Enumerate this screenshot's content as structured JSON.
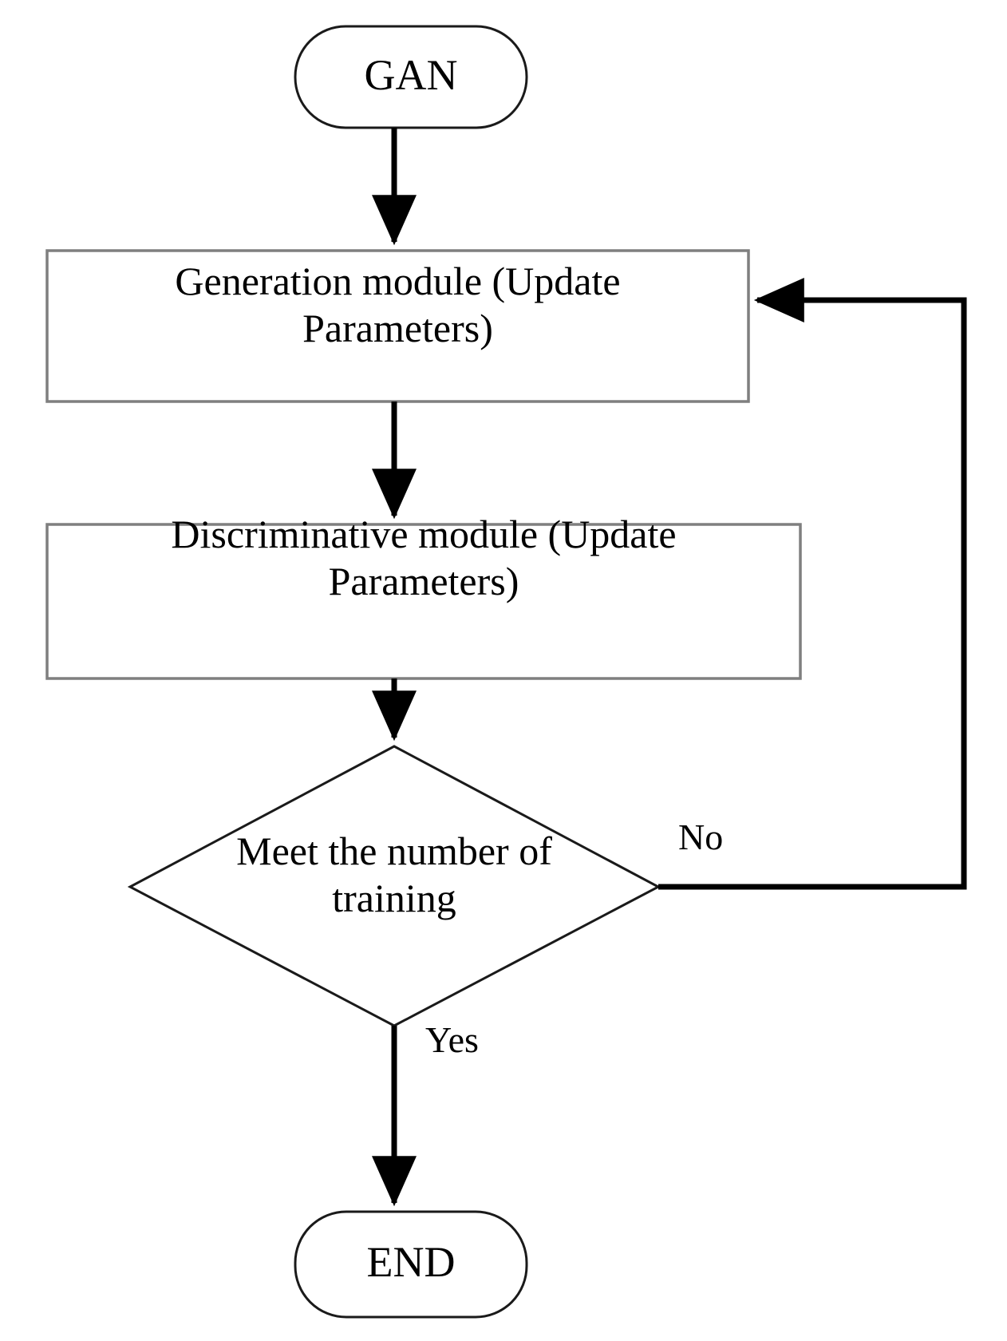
{
  "diagram": {
    "title": "GAN training flowchart",
    "type": "flowchart",
    "background_color": "#ffffff",
    "line_color": "#000000",
    "box_border_color": "#7f7f7f",
    "text_color": "#000000"
  },
  "nodes": {
    "start": {
      "id": "gan",
      "shape": "rounded-rectangle",
      "label": "GAN"
    },
    "generation": {
      "id": "generation-module",
      "shape": "rectangle",
      "label": "Generation module (Update\nParameters)"
    },
    "discriminative": {
      "id": "discriminative-module",
      "shape": "rectangle",
      "label": "Discriminative module (Update\nParameters)"
    },
    "decision": {
      "id": "meet-number-of-training",
      "shape": "diamond",
      "label": "Meet the number of\ntraining"
    },
    "end": {
      "id": "end",
      "shape": "rounded-rectangle",
      "label": "END"
    }
  },
  "edges": [
    {
      "id": "gan-to-generation",
      "from": "gan",
      "to": "generation-module",
      "label": "",
      "arrow": "down"
    },
    {
      "id": "generation-to-discriminative",
      "from": "generation-module",
      "to": "discriminative-module",
      "label": "",
      "arrow": "down"
    },
    {
      "id": "discriminative-to-decision",
      "from": "discriminative-module",
      "to": "meet-number-of-training",
      "label": "",
      "arrow": "down"
    },
    {
      "id": "decision-no-loop",
      "from": "meet-number-of-training",
      "to": "generation-module",
      "label": "No",
      "arrow": "left"
    },
    {
      "id": "decision-yes-to-end",
      "from": "meet-number-of-training",
      "to": "end",
      "label": "Yes",
      "arrow": "down"
    }
  ],
  "edge_labels": {
    "no": "No",
    "yes": "Yes"
  }
}
